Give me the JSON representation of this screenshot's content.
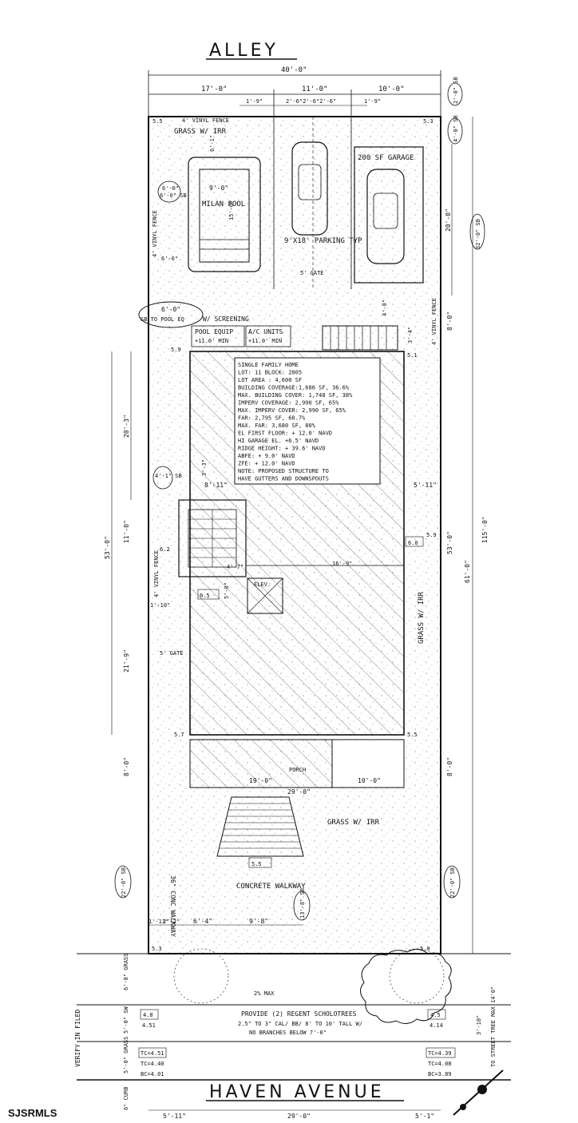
{
  "street_top": "ALLEY",
  "street_bottom": "HAVEN AVENUE",
  "watermark": "SJSRMLS",
  "dims": {
    "overall_width": "40'-0\"",
    "w_left": "17'-0\"",
    "w_mid": "11'-0\"",
    "w_right": "10'-0\"",
    "sb_top": "2'-0\" SB",
    "d_1_9a": "1'-9\"",
    "d_2_6": "2'-6\"2'-6\"2'-6\"",
    "d_1_9b": "1'-9\"",
    "d_4_0_sb": "4'-0\" SB",
    "d_20_0": "20'-0\"",
    "d_32_0_sb": "32'-0\" SB",
    "d_4_8": "4'-8\"",
    "d_8_0_right": "8'-0\"",
    "d_3_4": "3'-4\"",
    "d_6_1": "6'-1\"",
    "d_6_0_a": "6'-0\"",
    "d_6_0_sb": "6'-0\" SB",
    "d_9_0": "9'-0\"",
    "d_15_0": "15'-0\"",
    "d_6_0_b": "6'-0\"",
    "d_6_0_c": "6'-0\"",
    "pool_eq_sb": "SB TO POOL EQ",
    "d_20_3": "20'-3\"",
    "d_3_3": "3'-3\"",
    "d_4_1_sb": "4'-1\" SB",
    "d_8_11": "8'-11\"",
    "d_5_11": "5'-11\"",
    "d_53_0_left": "53'-0\"",
    "d_11_0": "11'-0\"",
    "d_53_0_right": "53'-0\"",
    "d_61_0": "61'-0\"",
    "d_115_0": "115'-0\"",
    "d_4_7": "4'-7\"",
    "d_16_9": "16'-9\"",
    "d_5_0": "5'-0\"",
    "d_1_10": "1'-10\"",
    "d_21_9": "21'-9\"",
    "d_8_0_left": "8'-0\"",
    "d_8_0_right2": "8'-0\"",
    "d_19_0": "19'-0\"",
    "d_29_0": "29'-0\"",
    "d_10_0": "10'-0\"",
    "d_22_0_left": "22'-0\" SB",
    "d_22_0_right": "22'-0\" SB",
    "d_13_8_sb": "13'-8\" SB",
    "d_1_11": "1'-11\"",
    "d_2_2": "2'-2\"",
    "d_6_4": "6'-4\"",
    "d_9_8": "9'-8\"",
    "d_6_8_grass": "6'-8\" GRASS",
    "d_5_0_sw": "5'-0\" SW",
    "d_5_0_grass": "5'-0\" GRASS",
    "d_6_curb": "6\" CURB",
    "d_3_10_tree": "3'-10\"",
    "d_5_11_bottom": "5'-11\"",
    "d_29_0_bottom": "29'-0\"",
    "d_5_1_bottom": "5'-1\""
  },
  "labels": {
    "vinyl_fence_top": "4' VINYL FENCE",
    "grass_irr_top": "GRASS W/ IRR",
    "garage": "200 SF GARAGE",
    "pool": "MILAN POOL",
    "parking": "9'X18' PARKING TYP",
    "gate_top": "5' GATE",
    "vinyl_fence_left": "4' VINYL FENCE",
    "vinyl_fence_right": "4' VINYL FENCE",
    "screening": "W/ SCREENING",
    "pool_equip": "POOL EQUIP",
    "pool_equip_el": "+11.0' MIN",
    "ac_units": "A/C UNITS",
    "ac_units_el": "+11.0' MIN",
    "elev": "ELEV.",
    "vinyl_fence_mid": "4' VINYL FENCE",
    "gate_left": "5' GATE",
    "grass_irr_right": "GRASS W/ IRR",
    "porch": "PORCH",
    "conc_walkway_left": "36\" CONC WALKWAY",
    "grass_irr_front": "GRASS W/ IRR",
    "concrete_walkway": "CONCRETE WALKWAY",
    "max_slope": "2% MAX",
    "trees_note": [
      "PROVIDE (2) REGENT SCHOLOTREES",
      "2.5\" TO 3\" CAL/ BB/ 8' TO 10' TALL W/",
      "NO BRANCHES BELOW 7'-0\""
    ],
    "street_tree": "TO STREET TREE MAX 14'0\"",
    "verify": "VERIFY IN FILED"
  },
  "elevations": {
    "e_5_5": "5.5",
    "e_5_3": "5.3",
    "e_5_9": "5.9",
    "e_5_1": "5.1",
    "e_6_2": "6.2",
    "e_6_0": "6.0",
    "e_5_9b": "5.9",
    "e_6_5": "6.5",
    "e_5_7": "5.7",
    "e_5_5b": "5.5",
    "e_5_5c": "5.5",
    "e_5_3b": "5.3",
    "e_5_0": "5.0",
    "e_4_8": "4.8",
    "e_4_51": "4.51",
    "e_4_5": "4.5",
    "e_4_14": "4.14",
    "tc_left": "TC=4.51",
    "tc_left2": "TC=4.40",
    "bc_left": "BC=4.01",
    "tc_right": "TC=4.39",
    "tc_right2": "TC=4.08",
    "bc_right": "BC=3.89"
  },
  "notes": [
    "SINGLE FAMILY HOME",
    "LOT: 11 BLOCK: 2005",
    "LOT AREA : 4,600 SF",
    "BUILDING COVERAGE:1,686 SF, 36.6%",
    "MAX. BUILDING COVER: 1,748 SF, 38%",
    "IMPERV COVERAGE: 2,990 SF, 65%",
    "MAX. IMPERV COVER: 2,990 SF, 65%",
    "FAR: 2,795 SF, 60.7%",
    "MAX. FAR: 3,680 SF, 80%",
    "EL FIRST FLOOR: + 12.0' NAVD",
    "HI GARAGE EL. +6.5' NAVD",
    "RIDGE HEIGHT: + 39.6' NAVD",
    "ABFE: + 9.0' NAVD",
    "ZFE: + 12.0' NAVD",
    "NOTE: PROPOSED STRUCTURE TO",
    "HAVE GUTTERS AND DOWNSPOUTS"
  ]
}
